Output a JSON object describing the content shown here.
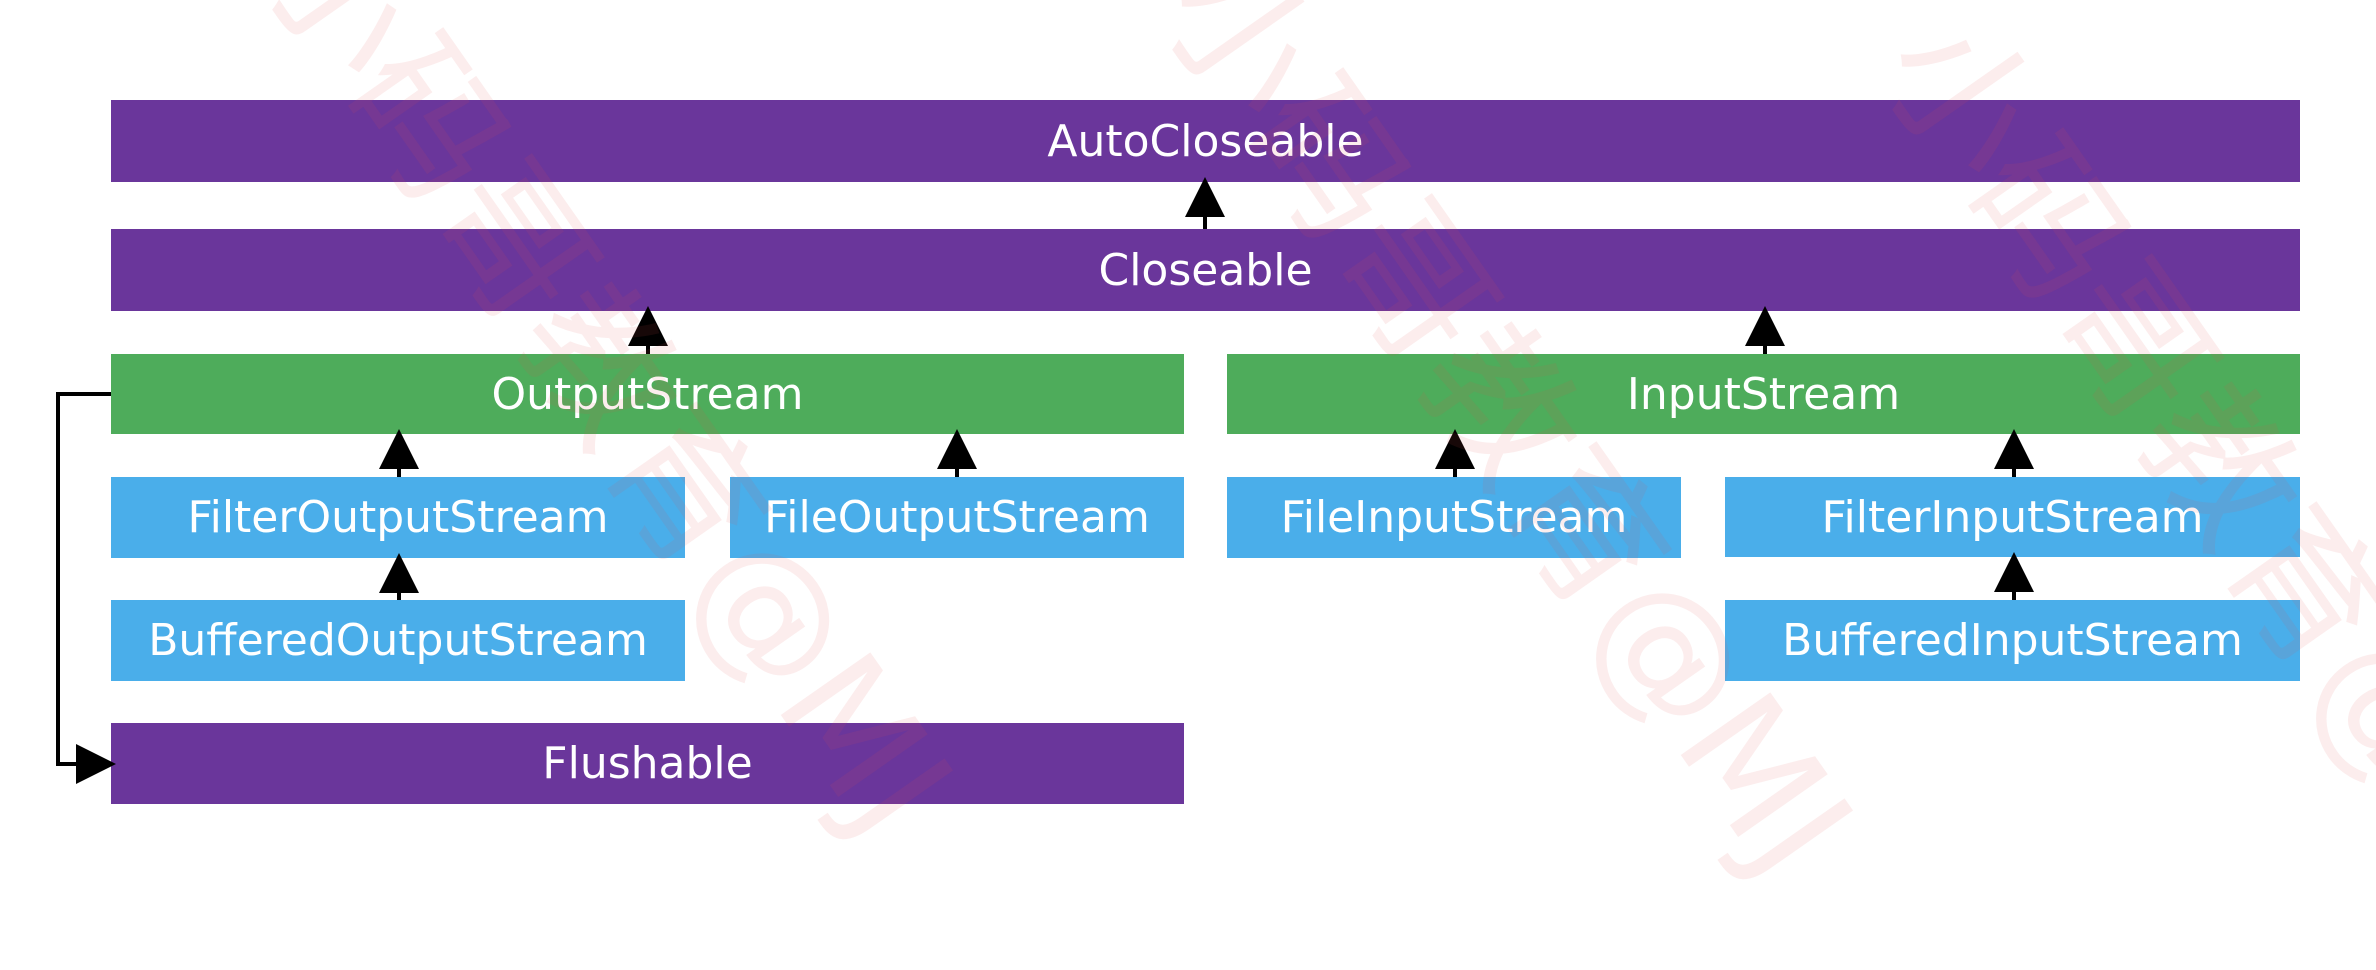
{
  "diagram": {
    "nodes": {
      "autocloseable": "AutoCloseable",
      "closeable": "Closeable",
      "outputstream": "OutputStream",
      "inputstream": "InputStream",
      "filteroutputstream": "FilterOutputStream",
      "fileoutputstream": "FileOutputStream",
      "fileinputstream": "FileInputStream",
      "filterinputstream": "FilterInputStream",
      "bufferedoutputstream": "BufferedOutputStream",
      "bufferedinputstream": "BufferedInputStream",
      "flushable": "Flushable"
    },
    "colors": {
      "interface": "#6a369b",
      "abstract_class": "#4eac5b",
      "class": "#4aaeea",
      "arrow": "#000000",
      "watermark": "#e65050"
    },
    "edges": [
      {
        "from": "closeable",
        "to": "autocloseable"
      },
      {
        "from": "outputstream",
        "to": "closeable"
      },
      {
        "from": "inputstream",
        "to": "closeable"
      },
      {
        "from": "filteroutputstream",
        "to": "outputstream"
      },
      {
        "from": "fileoutputstream",
        "to": "outputstream"
      },
      {
        "from": "bufferedoutputstream",
        "to": "filteroutputstream"
      },
      {
        "from": "filterinputstream",
        "to": "inputstream"
      },
      {
        "from": "bufferedinputstream",
        "to": "filterinputstream"
      },
      {
        "from": "outputstream",
        "to": "flushable"
      }
    ],
    "watermark": {
      "text": "小码哥教育@MJ",
      "repeat_label": "小码哥教育@MJ"
    }
  }
}
